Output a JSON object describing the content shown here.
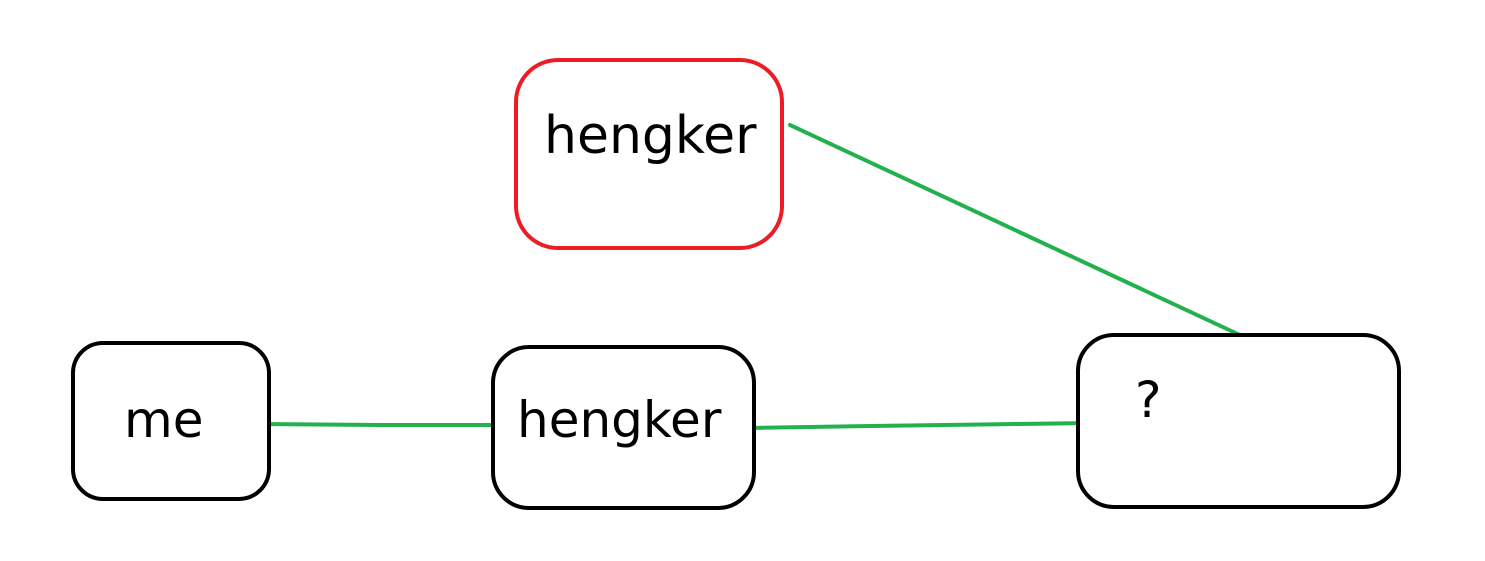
{
  "colors": {
    "edge": "#22b14c",
    "highlight_border": "#ed1c24",
    "default_border": "#000000"
  },
  "nodes": {
    "hengker_top": {
      "label": "hengker",
      "highlighted": true
    },
    "me": {
      "label": "me",
      "highlighted": false
    },
    "hengker_mid": {
      "label": "hengker",
      "highlighted": false
    },
    "unknown": {
      "label": "?",
      "highlighted": false
    }
  },
  "edges": [
    {
      "from": "me",
      "to": "hengker_mid"
    },
    {
      "from": "hengker_mid",
      "to": "unknown"
    },
    {
      "from": "hengker_top",
      "to": "unknown"
    }
  ]
}
